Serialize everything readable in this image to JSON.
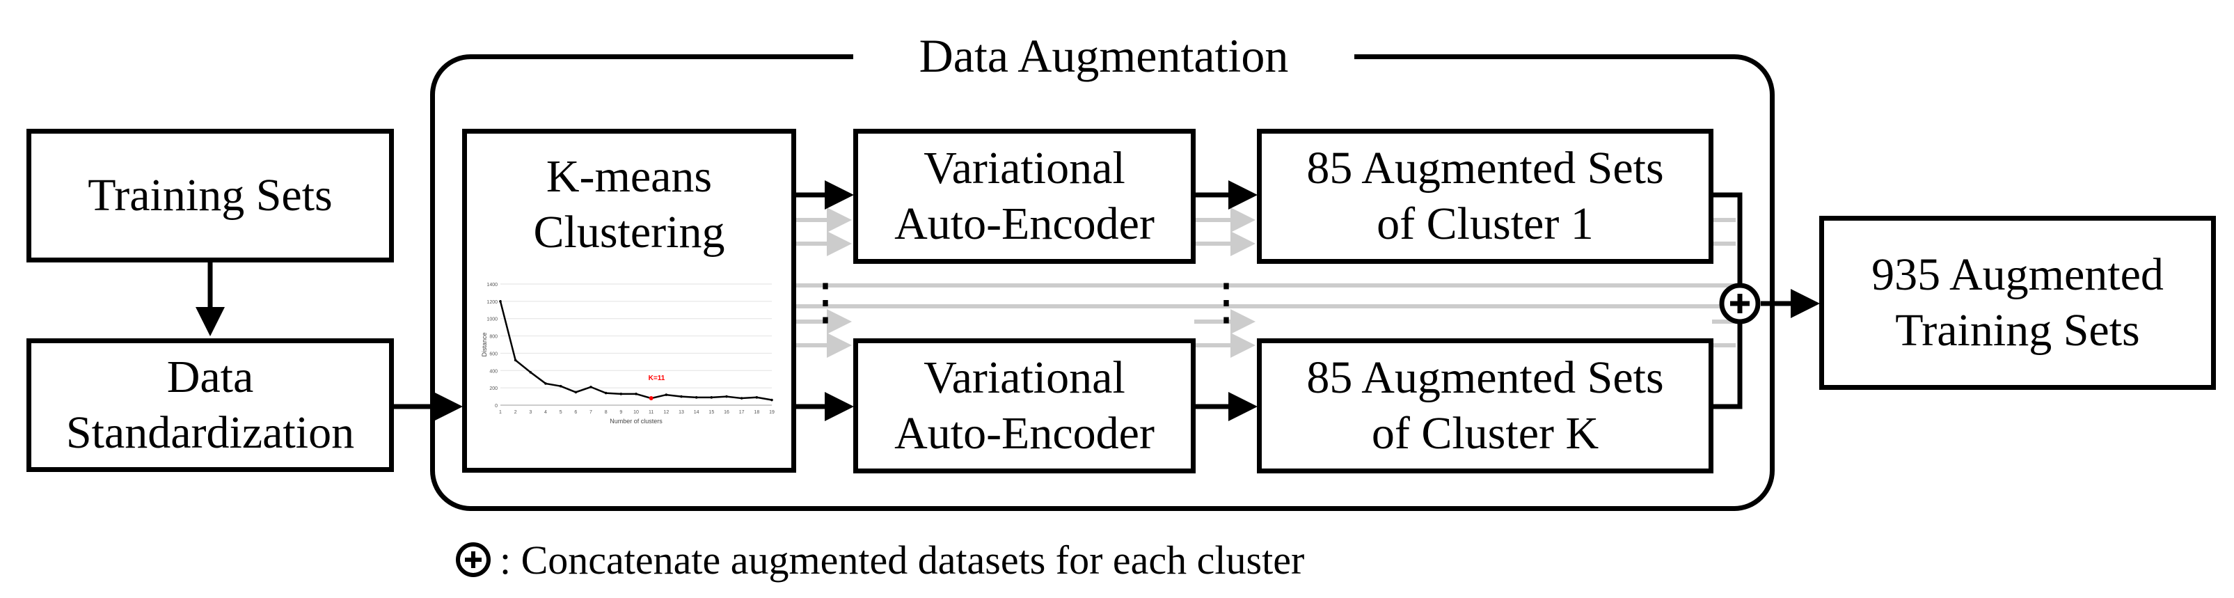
{
  "section": {
    "title": "Data Augmentation"
  },
  "boxes": {
    "training_sets": [
      "Training Sets"
    ],
    "data_standardization": [
      "Data",
      "Standardization"
    ],
    "kmeans": [
      "K-means",
      "Clustering"
    ],
    "vae_top": [
      "Variational",
      "Auto-Encoder"
    ],
    "vae_bottom": [
      "Variational",
      "Auto-Encoder"
    ],
    "aug_sets_1": [
      "85 Augmented Sets",
      "of Cluster 1"
    ],
    "aug_sets_k": [
      "85 Augmented Sets",
      "of Cluster K"
    ],
    "result": [
      "935 Augmented",
      "Training Sets"
    ]
  },
  "ellipsis": "⋮",
  "legend": {
    "symbol": "⊕",
    "text": ": Concatenate augmented datasets for each cluster"
  },
  "chart_data": {
    "type": "line",
    "title": "",
    "xlabel": "Number of clusters",
    "ylabel": "Distance",
    "x": [
      1,
      2,
      3,
      4,
      5,
      6,
      7,
      8,
      9,
      10,
      11,
      12,
      13,
      14,
      15,
      16,
      17,
      18,
      19
    ],
    "values": [
      1200,
      520,
      380,
      250,
      220,
      150,
      210,
      140,
      130,
      130,
      80,
      120,
      100,
      90,
      90,
      100,
      80,
      90,
      60
    ],
    "ylim": [
      0,
      1400
    ],
    "yticks": [
      0,
      200,
      400,
      600,
      800,
      1000,
      1200,
      1400
    ],
    "highlight": {
      "x": 11,
      "label": "K=11"
    },
    "grid": true
  }
}
